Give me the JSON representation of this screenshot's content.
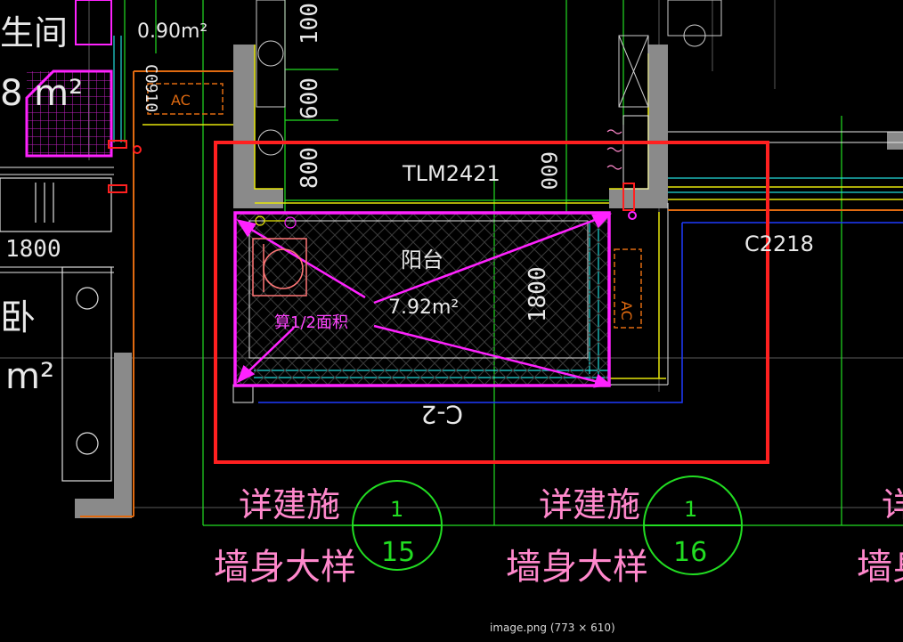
{
  "drawing": {
    "room_label": "阳台",
    "room_area": "7.92m²",
    "area_note": "算1/2面积",
    "door_code": "TLM2421",
    "window_code": "C2218",
    "window_code_rotated": "C-2",
    "dim_1800_rotated": "1800",
    "dim_1800_left": "1800",
    "dim_600_a": "600",
    "dim_600_b": "600",
    "dim_800": "800",
    "dim_100": "100",
    "dim_090": "0.90m²",
    "label_C0910": "C0910",
    "ac_label": "AC",
    "left_room_char_1": "生间",
    "left_room_area_1": "8 m²",
    "left_room_char_2": "卧",
    "left_room_area_2": "m²",
    "detail_note_1": "详建施",
    "detail_title_1": "墙身大样",
    "detail_num_1": "15",
    "detail_note_2": "详建施",
    "detail_title_2": "墙身大样",
    "detail_num_2": "16",
    "detail_ref_mark": "1",
    "edge_fragment_1": "详",
    "edge_fragment_2": "墙身"
  },
  "caption": "image.png (773 × 610)",
  "colors": {
    "bg": "#000000",
    "highlight": "#ff2020",
    "magenta": "#ff22ff",
    "green": "#22dd22",
    "pink": "#ff88cc",
    "wall": "#8a8a8a",
    "yellow": "#e6e60a",
    "cyan": "#22dddd",
    "blue": "#1f3bff",
    "orange": "#e06a10",
    "white": "#e8e8e8"
  }
}
